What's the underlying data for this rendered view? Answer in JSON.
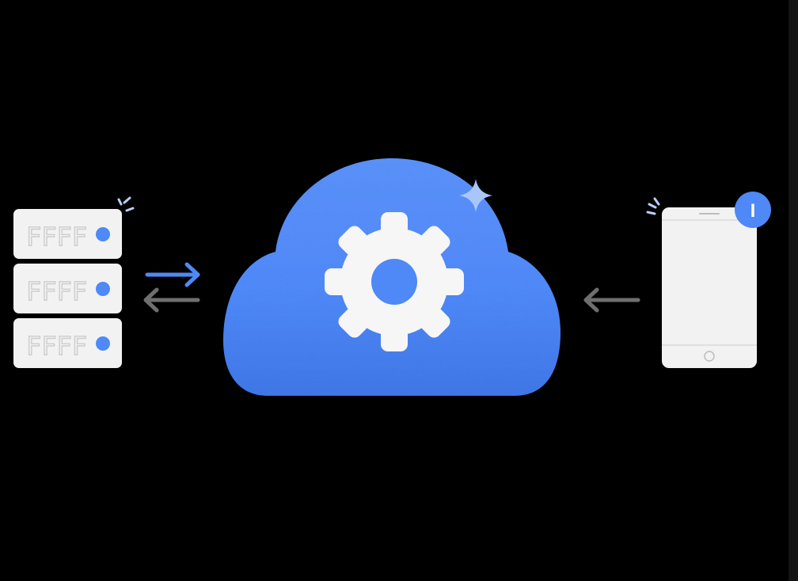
{
  "diagram": {
    "background_color": "#000000",
    "accent_color": "#4f88f7",
    "device_color": "#f2f2f2",
    "arrow_inactive_color": "#6f6f6f",
    "server": {
      "units": 3,
      "unit_label": "FFFF",
      "indicator_color": "#4f88f7"
    },
    "cloud": {
      "icon": "gear-icon",
      "sparkle_icon": "sparkle-icon"
    },
    "phone": {
      "notification_badge": "I",
      "badge_color": "#4f88f7"
    },
    "arrows": {
      "server_to_cloud": "right-arrow-icon",
      "cloud_to_server": "left-arrow-icon",
      "phone_to_cloud": "left-arrow-icon"
    }
  }
}
